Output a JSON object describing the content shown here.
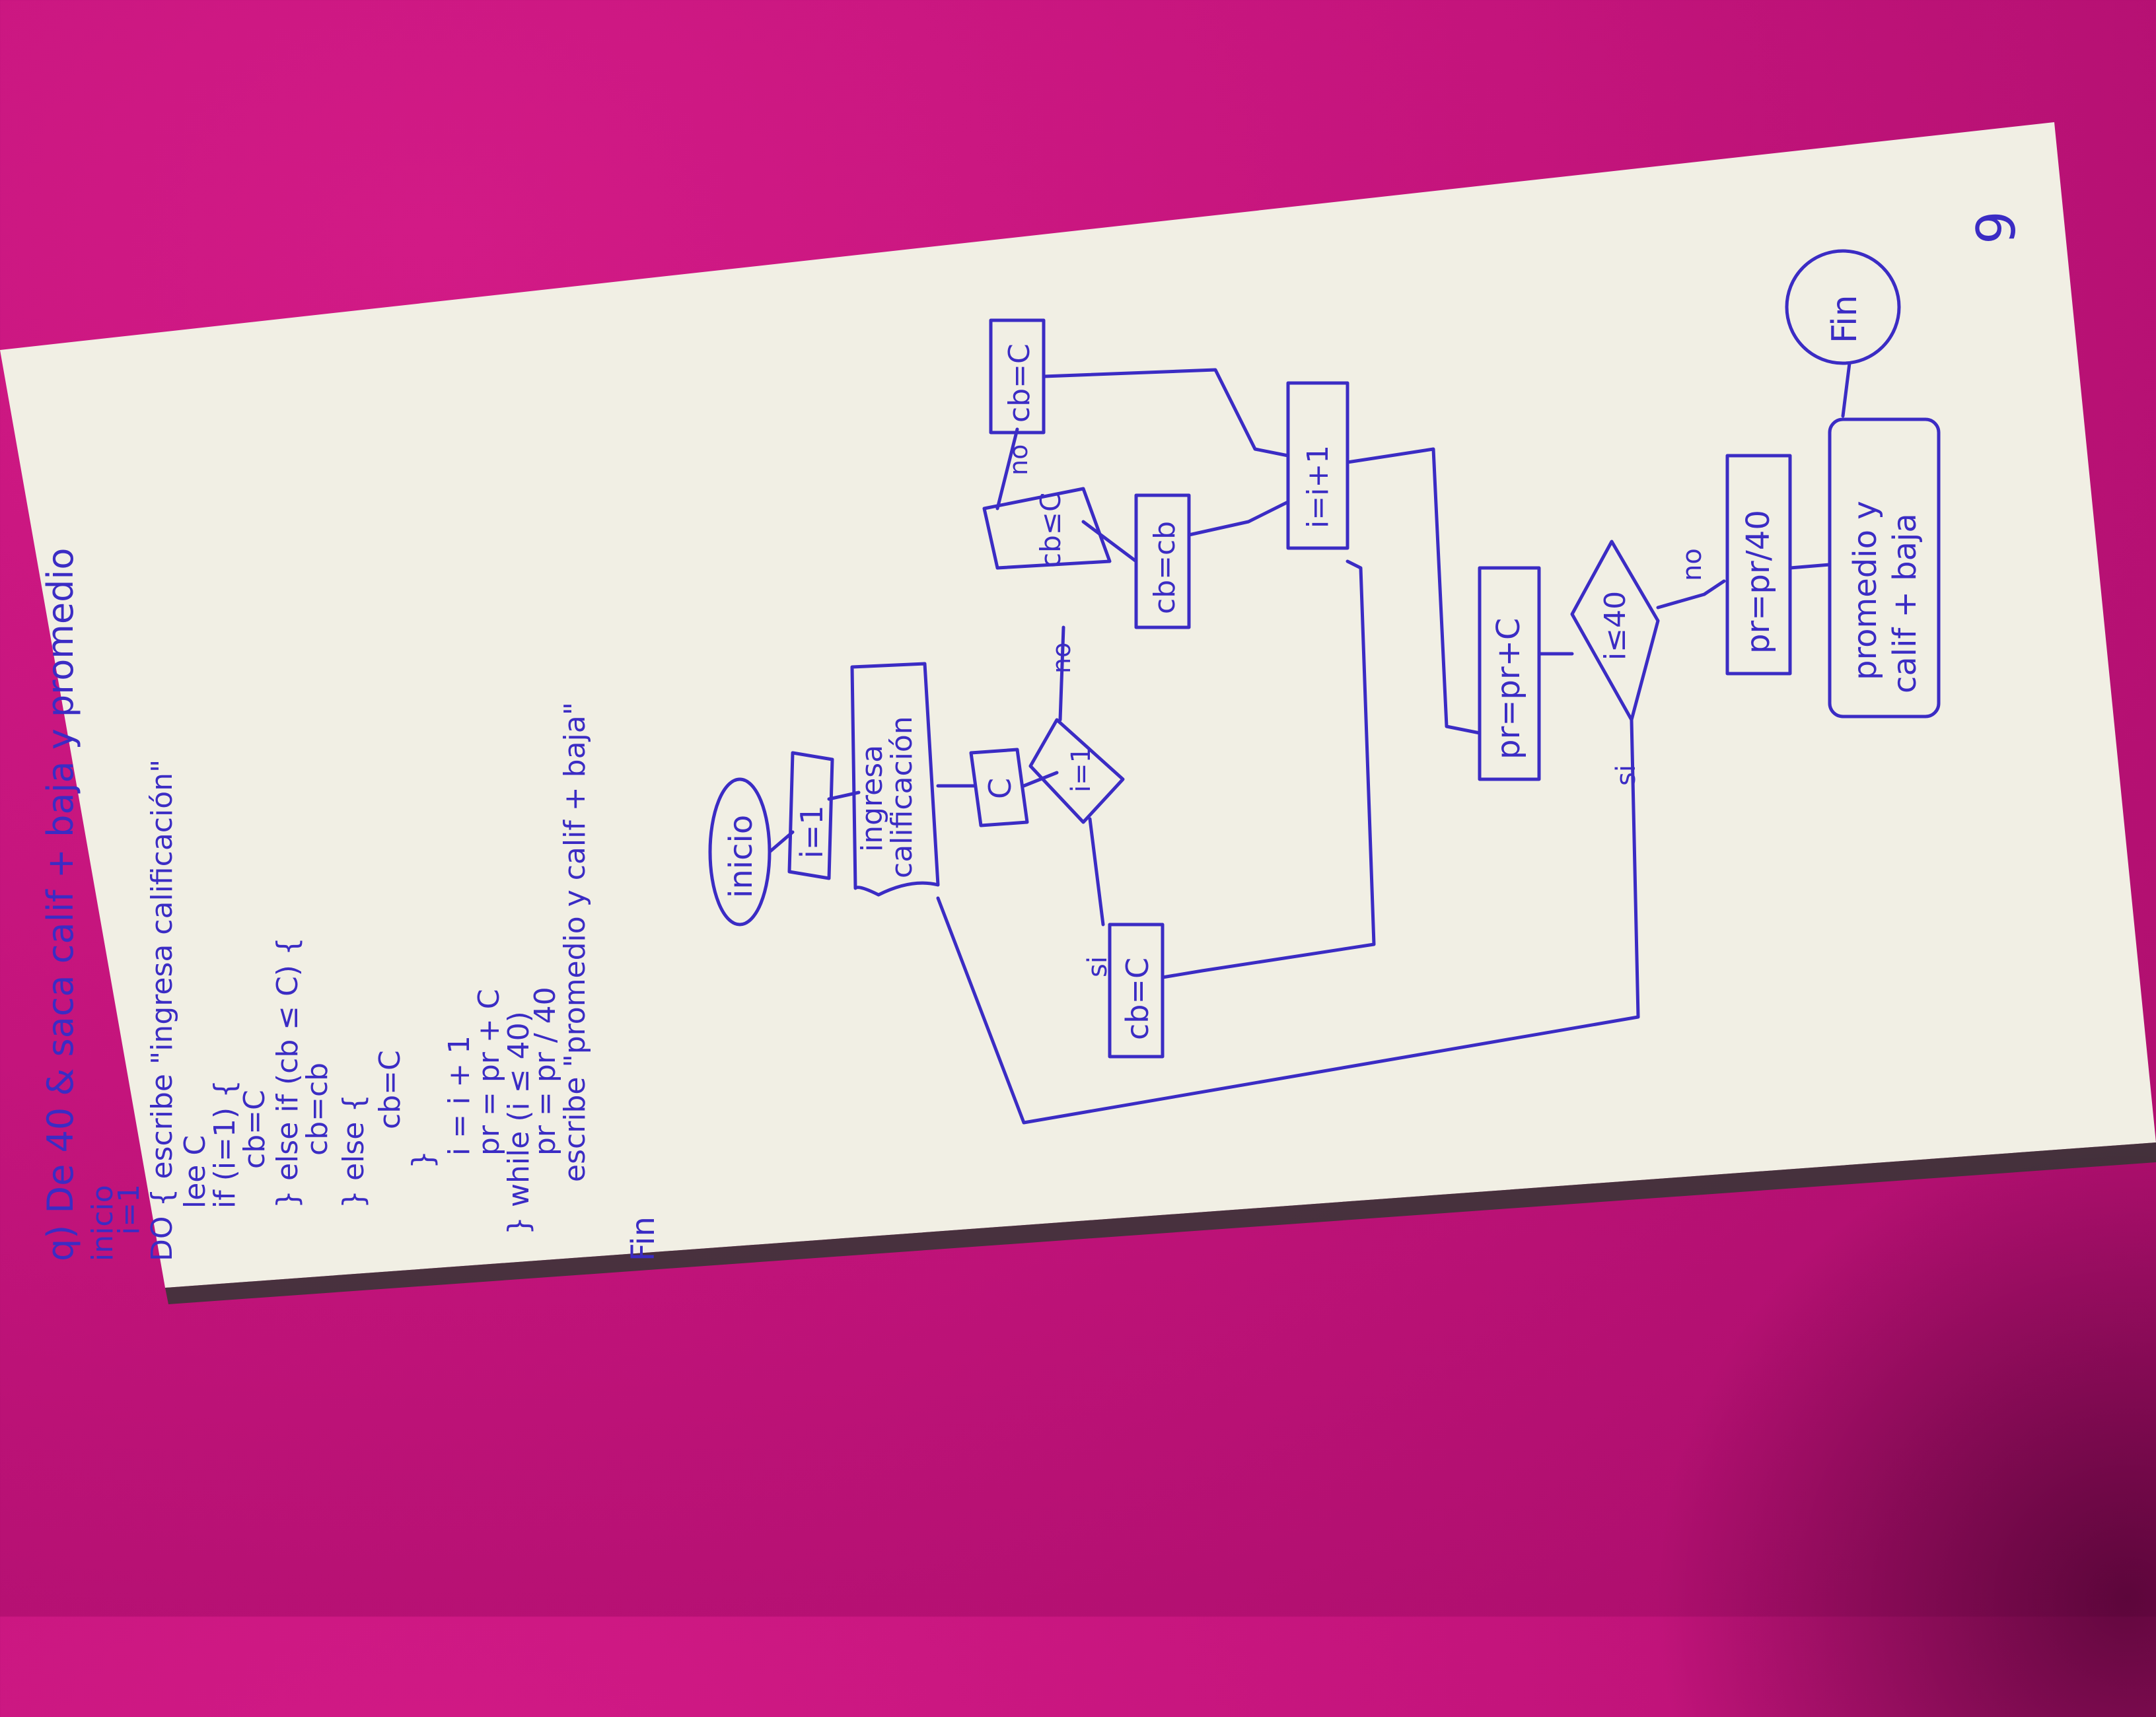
{
  "notes": {
    "heading": "q) De 40 & saca calif + baja y promedio",
    "code_lines": [
      "inicio",
      "i=1",
      "DO { escribe \"ingresa calificación\"",
      "lee C",
      "if (i=1) {",
      "cb=C",
      "} else if (cb ≤ C) {",
      "cb=cb",
      "} else {",
      "cb=C",
      "}",
      "i = i + 1",
      "pr = pr + C",
      "} while (i ≤ 40)",
      "pr = pr / 40",
      "escribe \"promedio y calif + baja\"",
      "Fin"
    ]
  },
  "flowchart": {
    "start": "inicio",
    "init": "i=1",
    "input_line1": "ingresa",
    "input_line2": "calificación",
    "read": "C",
    "cond1": "i=1",
    "assign_first": "cb=C",
    "cond2": "cb≤C",
    "assign_keep": "cb=cb",
    "assign_new": "cb=C",
    "increment": "i=i+1",
    "accumulate": "pr=pr+C",
    "loop_cond": "i≤40",
    "average": "pr=pr/40",
    "output_line1": "promedio y",
    "output_line2": "calif + baja",
    "end": "Fin",
    "label_yes_1": "si",
    "label_no_1": "no",
    "label_no_2": "no",
    "label_yes_loop": "si",
    "label_no_loop": "no"
  },
  "page_number": "9",
  "colors": {
    "ink": "#3b2cc4",
    "paper": "#f1efe4",
    "background": "#c4147c"
  }
}
